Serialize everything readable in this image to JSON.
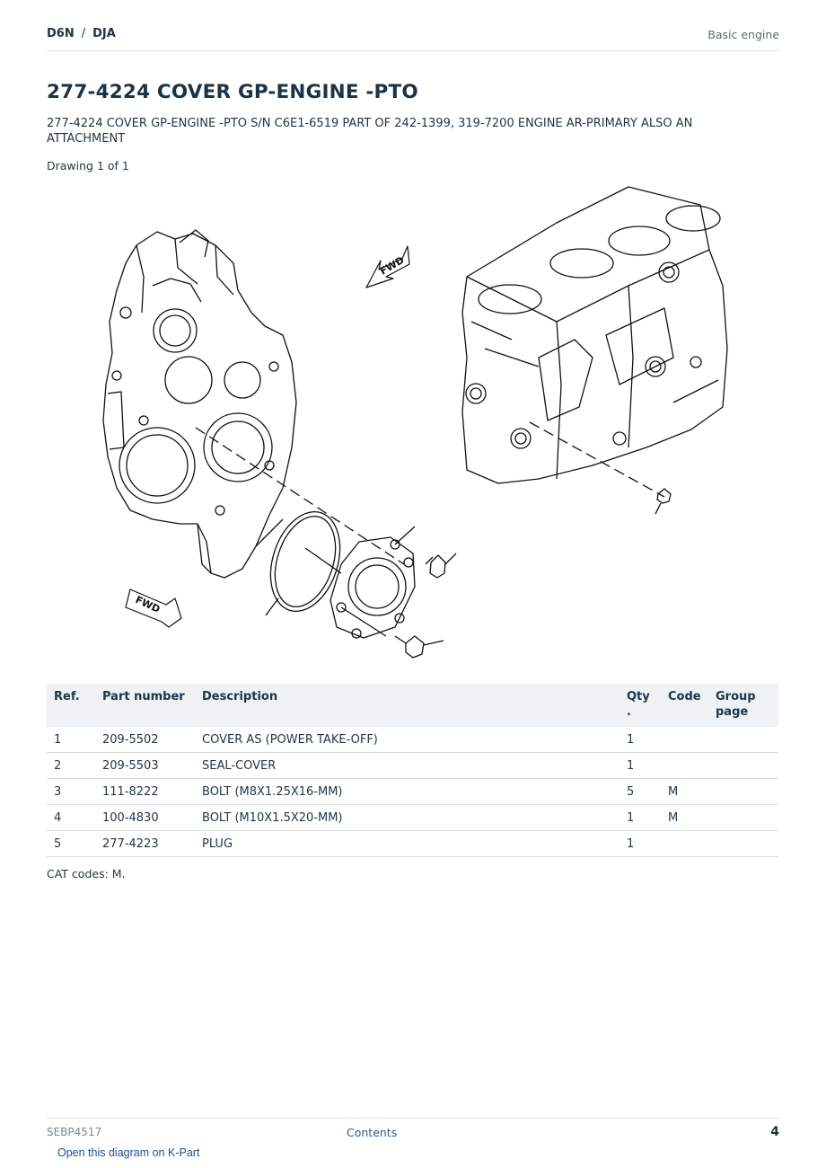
{
  "header": {
    "breadcrumb": [
      "D6N",
      "DJA"
    ],
    "breadcrumb_sep": "/",
    "section": "Basic engine"
  },
  "title": "277-4224 COVER GP-ENGINE -PTO",
  "description": "277-4224 COVER GP-ENGINE -PTO S/N C6E1-6519 PART OF 242-1399, 319-7200 ENGINE AR-PRIMARY ALSO AN ATTACHMENT",
  "drawing_label": "Drawing 1 of 1",
  "diagram": {
    "fwd_label_top": "FWD",
    "fwd_label_bottom": "FWD"
  },
  "table": {
    "headers": {
      "ref": "Ref.",
      "part": "Part number",
      "desc": "Description",
      "qty": "Qty .",
      "code": "Code",
      "group": "Group page"
    },
    "rows": [
      {
        "ref": "1",
        "part": "209-5502",
        "desc": "COVER AS (POWER TAKE-OFF)",
        "qty": "1",
        "code": "",
        "group": ""
      },
      {
        "ref": "2",
        "part": "209-5503",
        "desc": "SEAL-COVER",
        "qty": "1",
        "code": "",
        "group": ""
      },
      {
        "ref": "3",
        "part": "111-8222",
        "desc": "BOLT (M8X1.25X16-MM)",
        "qty": "5",
        "code": "M",
        "group": ""
      },
      {
        "ref": "4",
        "part": "100-4830",
        "desc": "BOLT (M10X1.5X20-MM)",
        "qty": "1",
        "code": "M",
        "group": ""
      },
      {
        "ref": "5",
        "part": "277-4223",
        "desc": "PLUG",
        "qty": "1",
        "code": "",
        "group": ""
      }
    ]
  },
  "cat_codes": "CAT codes: M.",
  "footer": {
    "doc_id": "SEBP4517",
    "contents_link": "Contents",
    "page_number": "4"
  },
  "kpart_link": "Open this diagram on K-Part"
}
